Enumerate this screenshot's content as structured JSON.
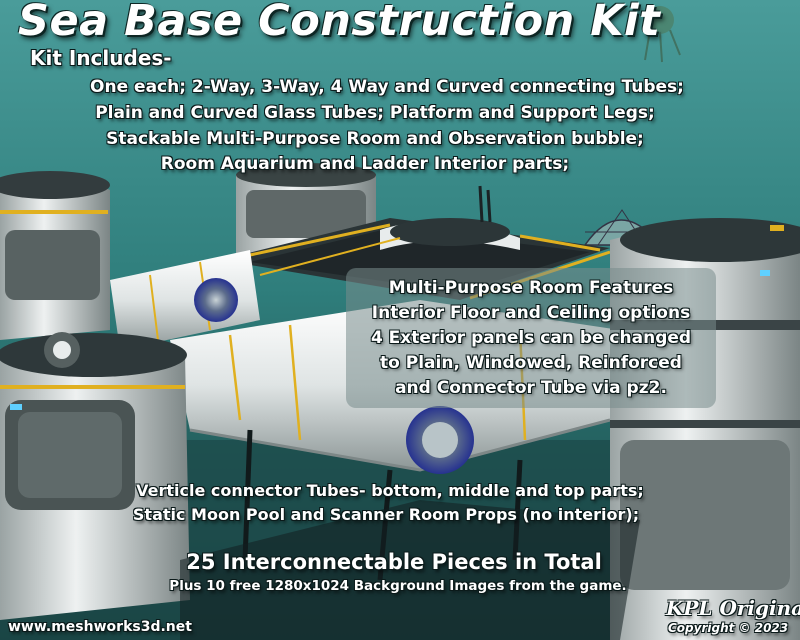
{
  "title": "Sea Base Construction Kit",
  "kit_heading": "Kit Includes-",
  "includes": [
    "One each; 2-Way, 3-Way, 4 Way and Curved connecting Tubes;",
    "Plain and Curved Glass Tubes; Platform and Support Legs;",
    "Stackable Multi-Purpose Room and Observation bubble;",
    "Room Aquarium and Ladder Interior parts;"
  ],
  "features": [
    "Multi-Purpose Room Features",
    "Interior Floor and Ceiling options",
    "4 Exterior panels can be changed",
    "to Plain, Windowed, Reinforced",
    "and Connector Tube via pz2."
  ],
  "bottom_lines": [
    "Verticle connector Tubes- bottom, middle and top parts;",
    "Static Moon Pool and Scanner Room Props (no interior);"
  ],
  "total": "25 Interconnectable Pieces in Total",
  "bonus": "Plus 10 free 1280x1024 Background Images from the game.",
  "website": "www.meshworks3d.net",
  "brand": "KPL Original",
  "copyright": "Copyright © 2023",
  "colors": {
    "water": "#2f7a78",
    "hull_white": "#e8ecec",
    "hull_dark": "#2a3436",
    "accent_yellow": "#e0b020",
    "porthole_blue": "#2a3a9a",
    "panel_gray": "#7a8c8c"
  }
}
